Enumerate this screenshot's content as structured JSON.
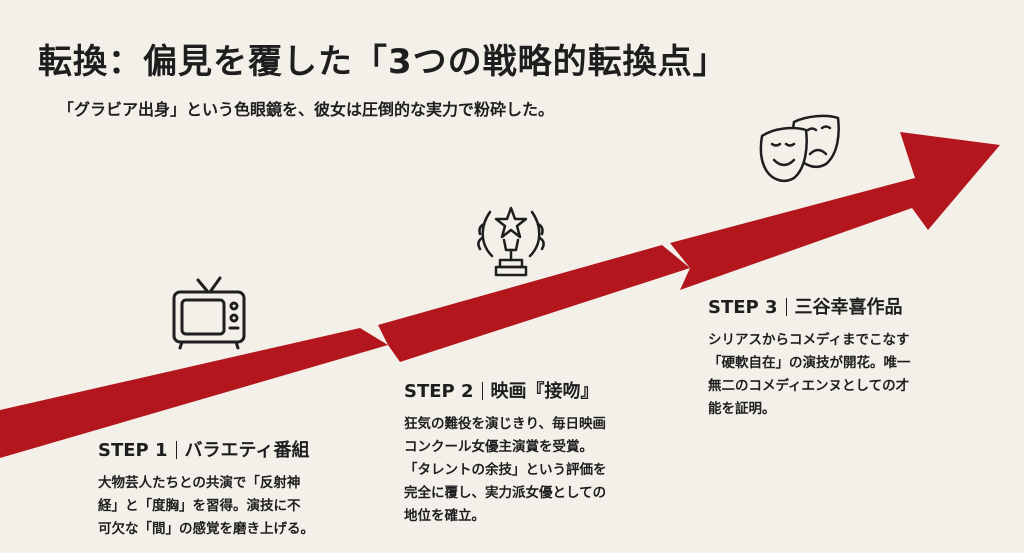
{
  "title": "転換：偏見を覆した「3つの戦略的転換点」",
  "subtitle": "「グラビア出身」という色眼鏡を、彼女は圧倒的な実力で粉砕した。",
  "colors": {
    "arrow": "#b3171d",
    "background": "#f3f0ea",
    "text": "#1e1e1e"
  },
  "steps": [
    {
      "label": "STEP 1",
      "title": "バラエティ番組",
      "icon": "tv-icon",
      "body": "大物芸人たちとの共演で「反射神\n経」と「度胸」を習得。演技に不\n可欠な「間」の感覚を磨き上げる。"
    },
    {
      "label": "STEP 2",
      "title": "映画『接吻』",
      "icon": "award-trophy-icon",
      "body": "狂気の難役を演じきり、毎日映画\nコンクール女優主演賞を受賞。\n「タレントの余技」という評価を\n完全に覆し、実力派女優としての\n地位を確立。"
    },
    {
      "label": "STEP 3",
      "title": "三谷幸喜作品",
      "icon": "theater-masks-icon",
      "body": "シリアスからコメディまでこなす\n「硬軟自在」の演技が開花。唯一\n無二のコメディエンヌとしての才\n能を証明。"
    }
  ]
}
